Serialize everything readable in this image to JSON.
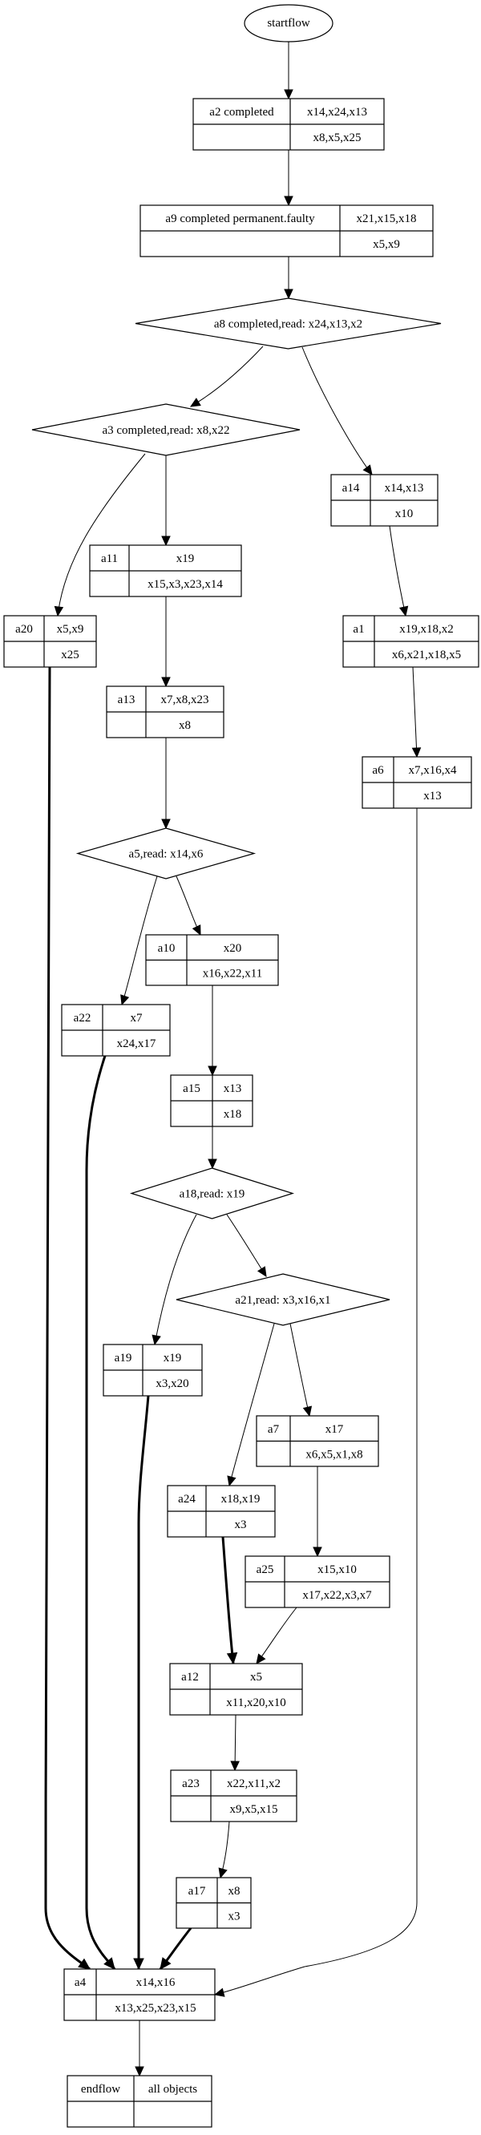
{
  "diagram": {
    "type": "flowchart",
    "colors": {
      "line": "#000000",
      "fill": "#ffffff",
      "text": "#000000"
    },
    "nodes": [
      {
        "id": "startflow",
        "shape": "ellipse",
        "label": "startflow"
      },
      {
        "id": "a2",
        "shape": "record",
        "name": "a2 completed",
        "top": "x14,x24,x13",
        "bottom": "x8,x5,x25"
      },
      {
        "id": "a9",
        "shape": "record",
        "name": "a9 completed permanent.faulty",
        "top": "x21,x15,x18",
        "bottom": "x5,x9"
      },
      {
        "id": "a8",
        "shape": "diamond",
        "label": "a8 completed,read: x24,x13,x2"
      },
      {
        "id": "a3",
        "shape": "diamond",
        "label": "a3 completed,read: x8,x22"
      },
      {
        "id": "a14",
        "shape": "record",
        "name": "a14",
        "top": "x14,x13",
        "bottom": "x10"
      },
      {
        "id": "a11",
        "shape": "record",
        "name": "a11",
        "top": "x19",
        "bottom": "x15,x3,x23,x14"
      },
      {
        "id": "a20",
        "shape": "record",
        "name": "a20",
        "top": "x5,x9",
        "bottom": "x25"
      },
      {
        "id": "a1",
        "shape": "record",
        "name": "a1",
        "top": "x19,x18,x2",
        "bottom": "x6,x21,x18,x5"
      },
      {
        "id": "a13",
        "shape": "record",
        "name": "a13",
        "top": "x7,x8,x23",
        "bottom": "x8"
      },
      {
        "id": "a6",
        "shape": "record",
        "name": "a6",
        "top": "x7,x16,x4",
        "bottom": "x13"
      },
      {
        "id": "a5",
        "shape": "diamond",
        "label": "a5,read: x14,x6"
      },
      {
        "id": "a10",
        "shape": "record",
        "name": "a10",
        "top": "x20",
        "bottom": "x16,x22,x11"
      },
      {
        "id": "a22",
        "shape": "record",
        "name": "a22",
        "top": "x7",
        "bottom": "x24,x17"
      },
      {
        "id": "a15",
        "shape": "record",
        "name": "a15",
        "top": "x13",
        "bottom": "x18"
      },
      {
        "id": "a18",
        "shape": "diamond",
        "label": "a18,read: x19"
      },
      {
        "id": "a21",
        "shape": "diamond",
        "label": "a21,read: x3,x16,x1"
      },
      {
        "id": "a19",
        "shape": "record",
        "name": "a19",
        "top": "x19",
        "bottom": "x3,x20"
      },
      {
        "id": "a7",
        "shape": "record",
        "name": "a7",
        "top": "x17",
        "bottom": "x6,x5,x1,x8"
      },
      {
        "id": "a24",
        "shape": "record",
        "name": "a24",
        "top": "x18,x19",
        "bottom": "x3"
      },
      {
        "id": "a25",
        "shape": "record",
        "name": "a25",
        "top": "x15,x10",
        "bottom": "x17,x22,x3,x7"
      },
      {
        "id": "a12",
        "shape": "record",
        "name": "a12",
        "top": "x5",
        "bottom": "x11,x20,x10"
      },
      {
        "id": "a23",
        "shape": "record",
        "name": "a23",
        "top": "x22,x11,x2",
        "bottom": "x9,x5,x15"
      },
      {
        "id": "a17",
        "shape": "record",
        "name": "a17",
        "top": "x8",
        "bottom": "x3"
      },
      {
        "id": "a4",
        "shape": "record",
        "name": "a4",
        "top": "x14,x16",
        "bottom": "x13,x25,x23,x15"
      },
      {
        "id": "endflow",
        "shape": "record",
        "name": "endflow",
        "top": "all objects",
        "bottom": ""
      }
    ],
    "edges": [
      {
        "from": "startflow",
        "to": "a2",
        "bold": false
      },
      {
        "from": "a2",
        "to": "a9",
        "bold": false
      },
      {
        "from": "a9",
        "to": "a8",
        "bold": false
      },
      {
        "from": "a8",
        "to": "a3",
        "bold": false
      },
      {
        "from": "a8",
        "to": "a14",
        "bold": false
      },
      {
        "from": "a3",
        "to": "a20",
        "bold": false
      },
      {
        "from": "a3",
        "to": "a11",
        "bold": false
      },
      {
        "from": "a14",
        "to": "a1",
        "bold": false
      },
      {
        "from": "a11",
        "to": "a13",
        "bold": false
      },
      {
        "from": "a1",
        "to": "a6",
        "bold": false
      },
      {
        "from": "a13",
        "to": "a5",
        "bold": false
      },
      {
        "from": "a5",
        "to": "a22",
        "bold": false
      },
      {
        "from": "a5",
        "to": "a10",
        "bold": false
      },
      {
        "from": "a10",
        "to": "a15",
        "bold": false
      },
      {
        "from": "a15",
        "to": "a18",
        "bold": false
      },
      {
        "from": "a18",
        "to": "a19",
        "bold": false
      },
      {
        "from": "a18",
        "to": "a21",
        "bold": false
      },
      {
        "from": "a21",
        "to": "a24",
        "bold": false
      },
      {
        "from": "a21",
        "to": "a7",
        "bold": false
      },
      {
        "from": "a7",
        "to": "a25",
        "bold": false
      },
      {
        "from": "a24",
        "to": "a12",
        "bold": true
      },
      {
        "from": "a25",
        "to": "a12",
        "bold": false
      },
      {
        "from": "a12",
        "to": "a23",
        "bold": false
      },
      {
        "from": "a23",
        "to": "a17",
        "bold": false
      },
      {
        "from": "a20",
        "to": "a4",
        "bold": true
      },
      {
        "from": "a22",
        "to": "a4",
        "bold": true
      },
      {
        "from": "a19",
        "to": "a4",
        "bold": true
      },
      {
        "from": "a17",
        "to": "a4",
        "bold": true
      },
      {
        "from": "a6",
        "to": "a4",
        "bold": false
      },
      {
        "from": "a4",
        "to": "endflow",
        "bold": false
      }
    ]
  }
}
